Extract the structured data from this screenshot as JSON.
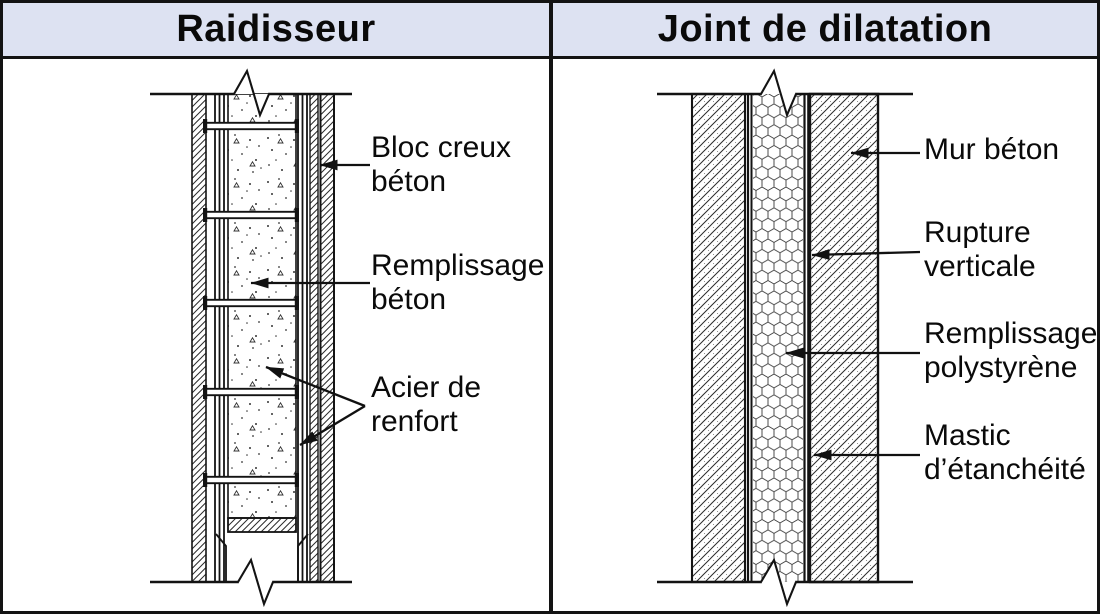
{
  "panels": [
    {
      "title": "Raidisseur",
      "labels": [
        {
          "line1": "Bloc creux",
          "line2": "béton"
        },
        {
          "line1": "Remplissage",
          "line2": "béton"
        },
        {
          "line1": "Acier de",
          "line2": "renfort"
        }
      ]
    },
    {
      "title": "Joint de dilatation",
      "labels": [
        {
          "line1": "Mur béton",
          "line2": ""
        },
        {
          "line1": "Rupture",
          "line2": "verticale"
        },
        {
          "line1": "Remplissage",
          "line2": "polystyrène"
        },
        {
          "line1": "Mastic",
          "line2": "d’étanchéité"
        }
      ]
    }
  ],
  "colors": {
    "title_bg": "#dde2f2",
    "ink": "#131313"
  }
}
